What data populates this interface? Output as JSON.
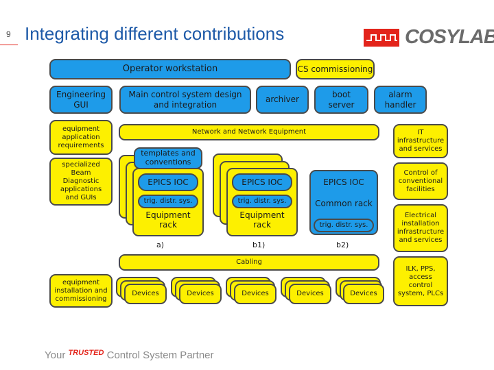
{
  "slide": {
    "number": "9",
    "title": "Integrating different contributions",
    "logo_text": "COSYLAB",
    "footer_your": "Your",
    "footer_trusted": "TRUSTED",
    "footer_rest": "Control System Partner"
  },
  "colors": {
    "blue": "#1e9be9",
    "yellow": "#fdf000",
    "red": "#e3241b",
    "logo_gray": "#6b6b6b"
  },
  "diagram": {
    "operator_workstation": "Operator workstation",
    "cs_commissioning": "CS commissioning",
    "engineering_gui": "Engineering GUI",
    "main_control": "Main control system design and integration",
    "archiver": "archiver",
    "boot_server": "boot server",
    "alarm_handler": "alarm handler",
    "equipment_app_req": "equipment application requirements",
    "network": "Network and Network Equipment",
    "it_infra": "IT infrastructure and services",
    "specialized_beam": "specialized Beam Diagnostic applications and GUIs",
    "templates": "templates and conventions",
    "epics_ioc": "EPICS IOC",
    "trig": "trig. distr. sys.",
    "equipment_rack": "Equipment rack",
    "common_rack": "Common rack",
    "control_conventional": "Control of conventional facilities",
    "electrical": "Electrical installation infrastructure and services",
    "label_a": "a)",
    "label_b1": "b1)",
    "label_b2": "b2)",
    "cabling": "Cabling",
    "equipment_install": "equipment installation and commissioning",
    "devices": "Devices",
    "ilk": "ILK, PPS, access control system, PLCs"
  }
}
